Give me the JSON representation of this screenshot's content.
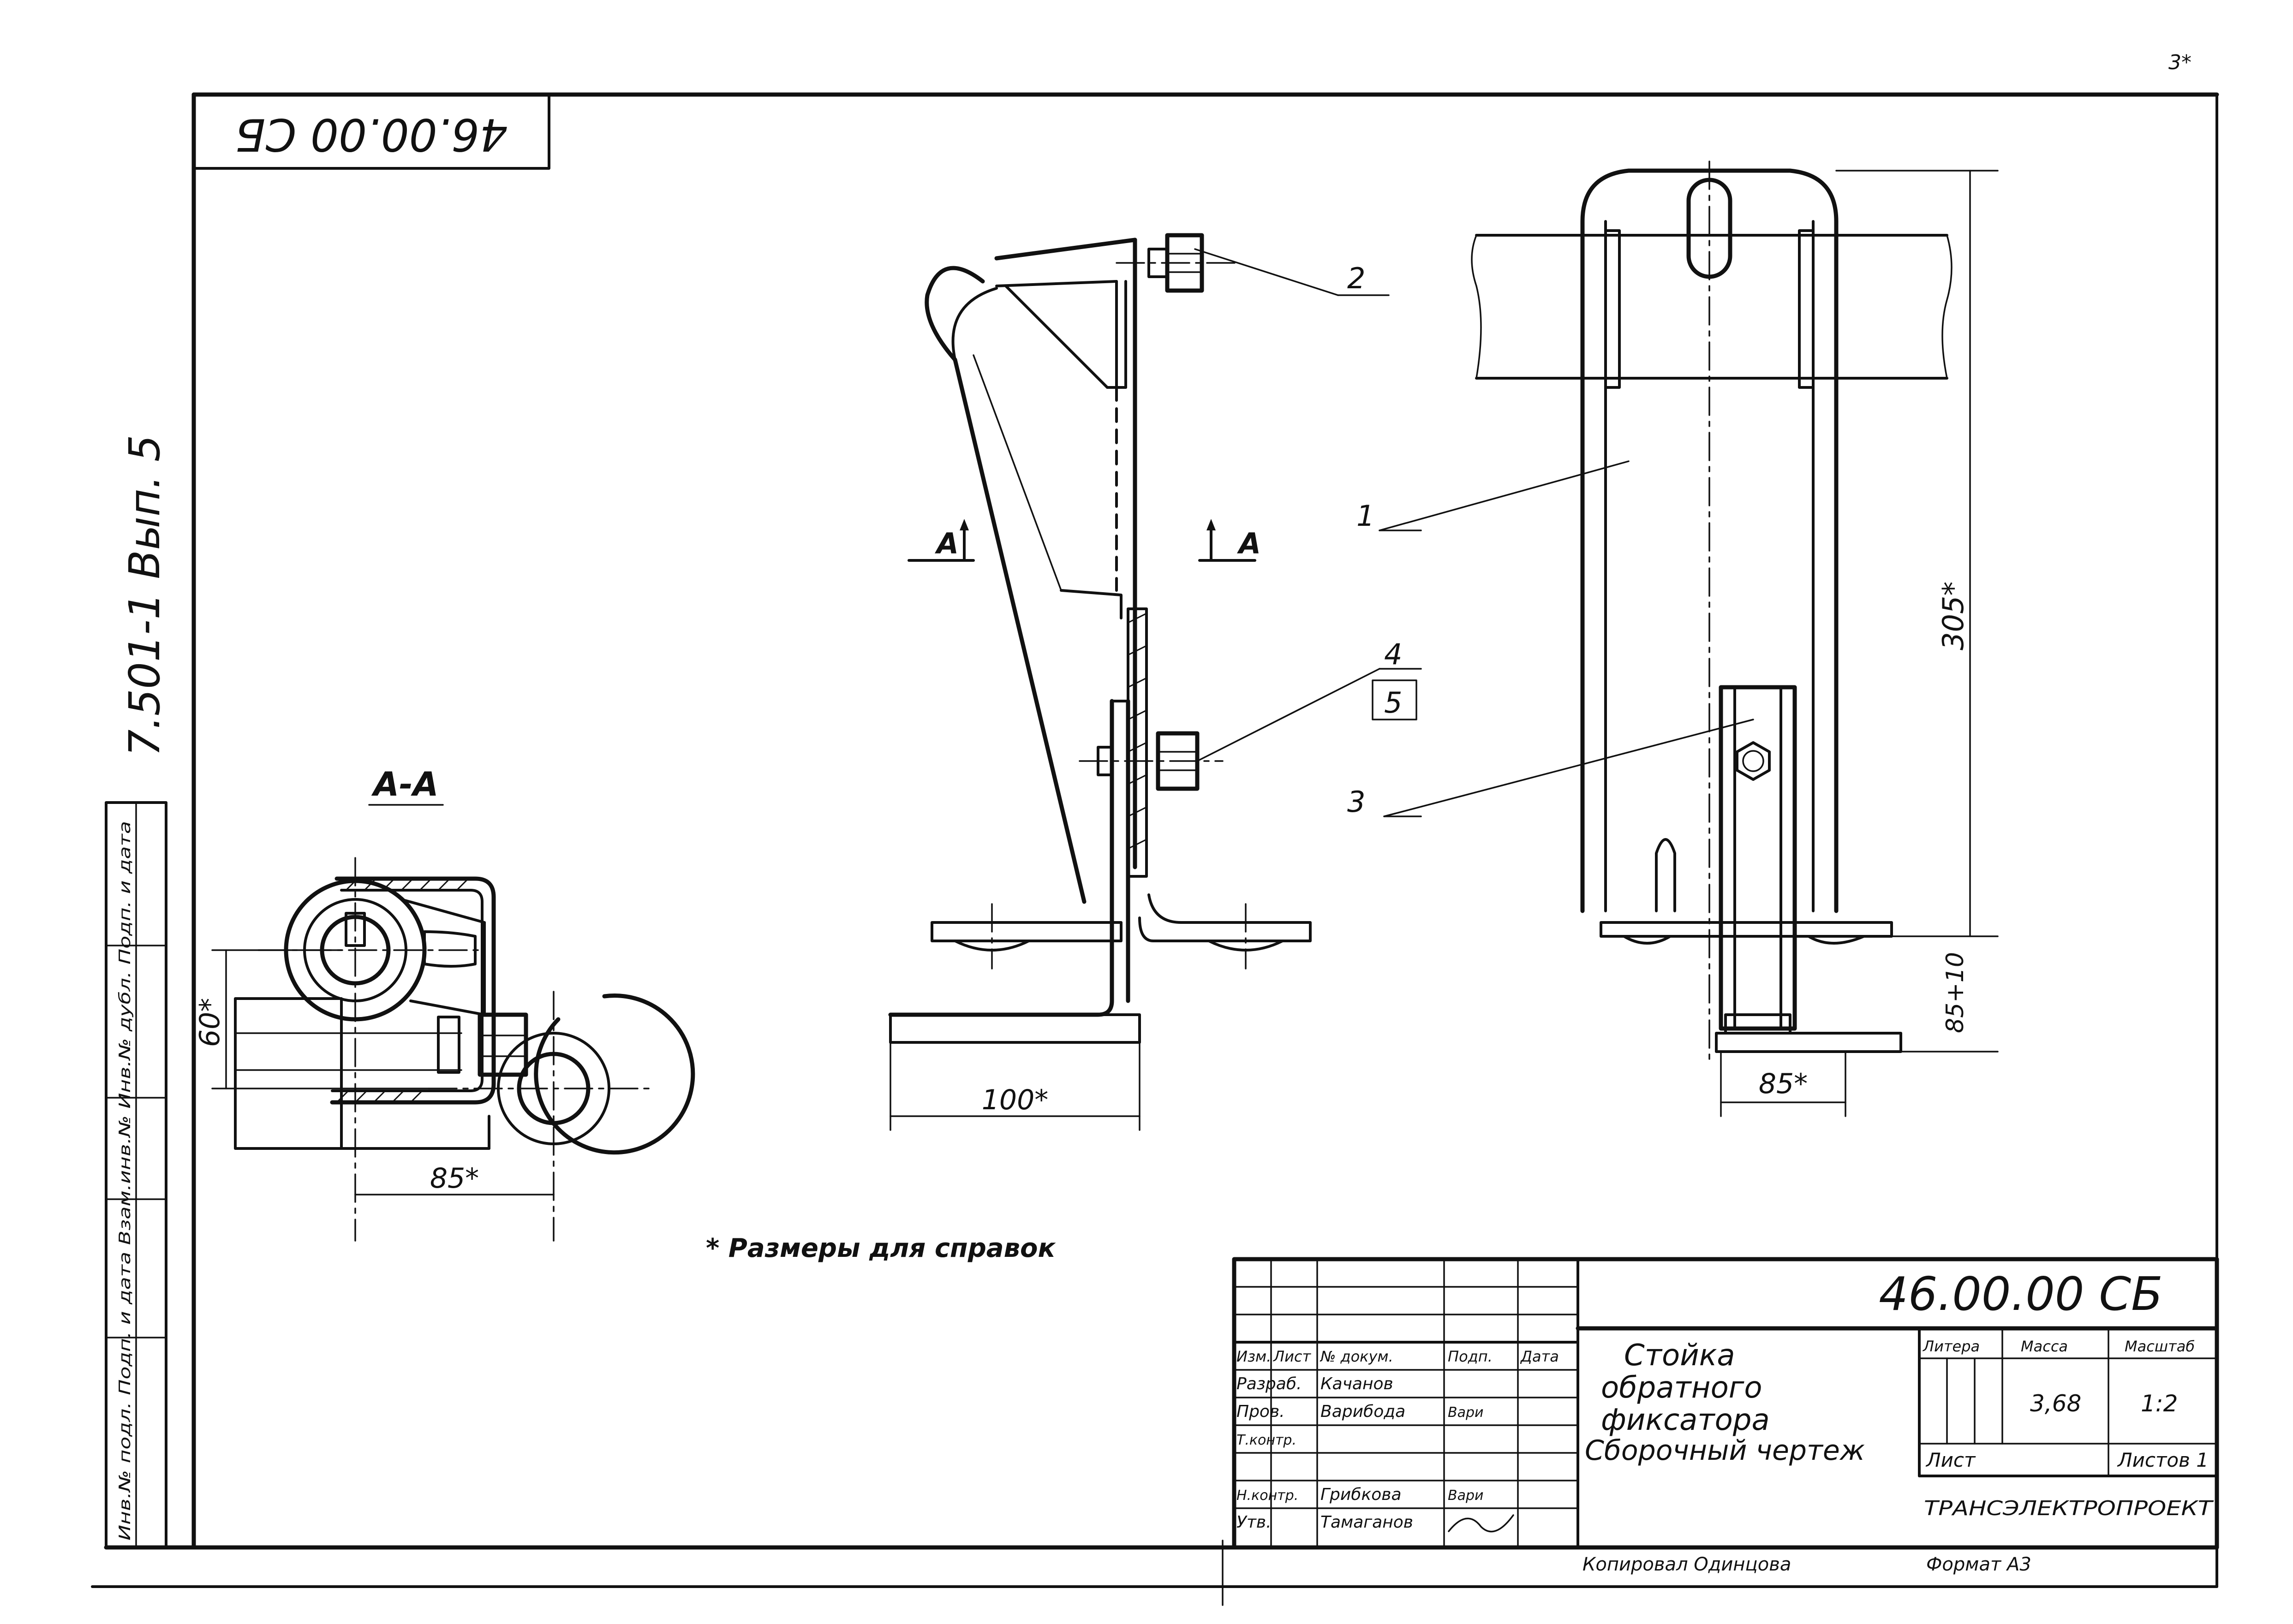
{
  "drawing": {
    "code_stamp": "46.00.00 СБ",
    "series_vertical": "7.501-1 Вып. 5",
    "side_strip_label": "Инв.№ подл. Подп. и дата Взам.инв.№ Инв.№ дубл. Подп. и дата",
    "section_label": "А-А",
    "section_marks": {
      "left": "А",
      "right": "А"
    },
    "positions": [
      "1",
      "2",
      "3",
      "4",
      "5"
    ],
    "dimensions": {
      "section_height": "60*",
      "section_width": "85*",
      "side_width": "100*",
      "front_width": "85*",
      "front_height": "305*",
      "front_bottom": "85+10"
    },
    "note": "* Размеры для справок",
    "page_mark": "3*"
  },
  "title_block": {
    "designation": "46.00.00 СБ",
    "title_lines": [
      "Стойка",
      "обратного",
      "фиксатора",
      "Сборочный чертеж"
    ],
    "header_cells": [
      "Изм.",
      "Лист",
      "№ докум.",
      "Подп.",
      "Дата"
    ],
    "roles": [
      {
        "role": "Разраб.",
        "name": "Качанов",
        "sign": ""
      },
      {
        "role": "Пров.",
        "name": "Варибода",
        "sign": "Вари"
      },
      {
        "role": "Т.контр.",
        "name": "",
        "sign": ""
      },
      {
        "role": "Н.контр.",
        "name": "Грибкова",
        "sign": "Вари"
      },
      {
        "role": "Утв.",
        "name": "Тамаганов",
        "sign": ""
      }
    ],
    "col_headers": [
      "Литера",
      "Масса",
      "Масштаб"
    ],
    "mass": "3,68",
    "scale": "1:2",
    "sheet_label": "Лист",
    "sheets_label": "Листов 1",
    "organization": "ТРАНСЭЛЕКТРОПРОЕКТ",
    "copied_by": "Копировал Одинцова",
    "format": "Формат А3"
  }
}
